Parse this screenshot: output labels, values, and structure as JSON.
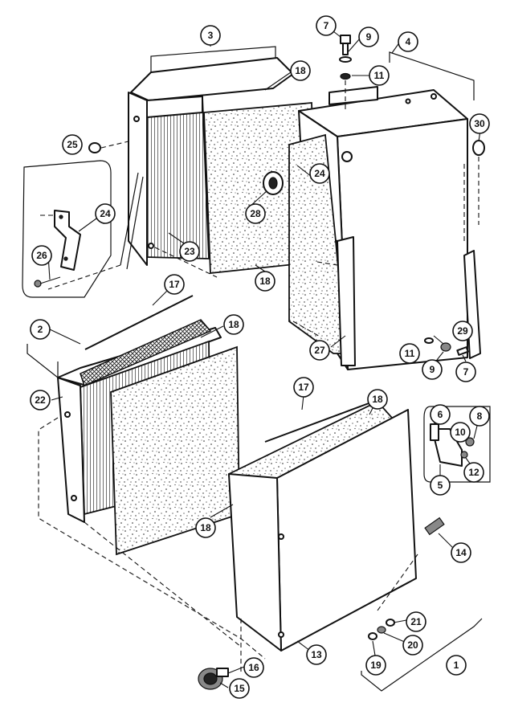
{
  "callouts": [
    {
      "label": "3"
    },
    {
      "label": "7"
    },
    {
      "label": "9"
    },
    {
      "label": "4"
    },
    {
      "label": "11"
    },
    {
      "label": "18"
    },
    {
      "label": "30"
    },
    {
      "label": "25"
    },
    {
      "label": "24"
    },
    {
      "label": "28"
    },
    {
      "label": "24"
    },
    {
      "label": "23"
    },
    {
      "label": "26"
    },
    {
      "label": "18"
    },
    {
      "label": "17"
    },
    {
      "label": "2"
    },
    {
      "label": "18"
    },
    {
      "label": "29"
    },
    {
      "label": "27"
    },
    {
      "label": "11"
    },
    {
      "label": "9"
    },
    {
      "label": "7"
    },
    {
      "label": "22"
    },
    {
      "label": "17"
    },
    {
      "label": "18"
    },
    {
      "label": "6"
    },
    {
      "label": "8"
    },
    {
      "label": "10"
    },
    {
      "label": "12"
    },
    {
      "label": "5"
    },
    {
      "label": "18"
    },
    {
      "label": "14"
    },
    {
      "label": "21"
    },
    {
      "label": "20"
    },
    {
      "label": "19"
    },
    {
      "label": "1"
    },
    {
      "label": "13"
    },
    {
      "label": "16"
    },
    {
      "label": "15"
    }
  ]
}
